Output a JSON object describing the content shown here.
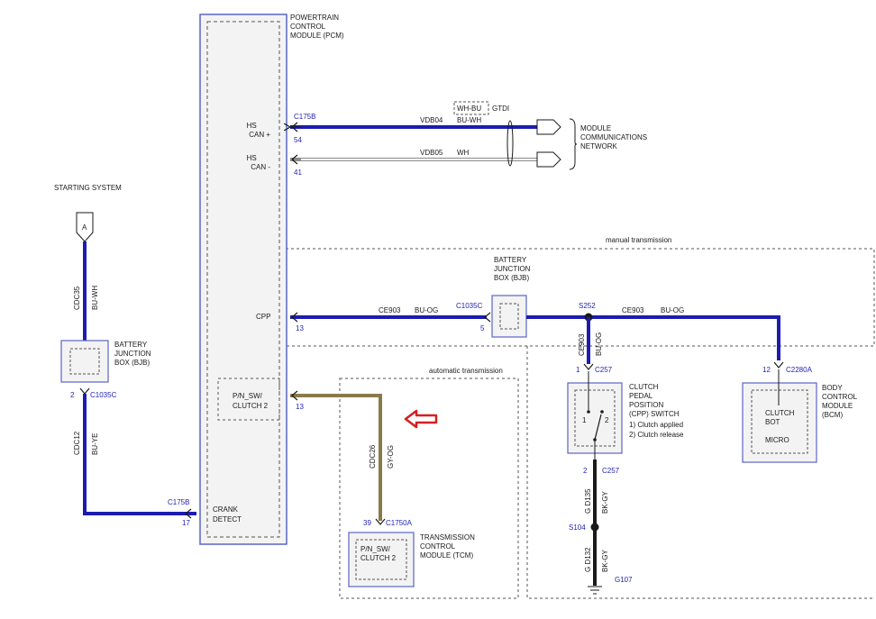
{
  "colors": {
    "wire_blue": "#1c1cb0",
    "wire_olive": "#8a7a4a",
    "box_blue": "#5a64c8",
    "dash": "#555555",
    "arrow_red": "#d42020"
  },
  "labels": {
    "starting_system": "STARTING SYSTEM",
    "connector_a": "A",
    "pcm": [
      "POWERTRAIN",
      "CONTROL",
      "MODULE (PCM)"
    ],
    "hs_can_plus": [
      "HS",
      "CAN +"
    ],
    "hs_can_minus": [
      "HS",
      "CAN -"
    ],
    "cpp_pin": "CPP",
    "pn_sw_pcm": [
      "P/N_SW/",
      "CLUTCH 2"
    ],
    "crank_detect": [
      "CRANK",
      "DETECT"
    ],
    "module_comm": [
      "MODULE",
      "COMMUNICATIONS",
      "NETWORK"
    ],
    "wh_bu": "WH-BU",
    "gtdi": "GTDI",
    "vdb04": "VDB04",
    "bu_wh_top": "BU-WH",
    "vdb05": "VDB05",
    "wh": "WH",
    "manual_transmission": "manual transmission",
    "automatic_transmission": "automatic transmission",
    "bjb_top": [
      "BATTERY",
      "JUNCTION",
      "BOX (BJB)"
    ],
    "bjb_left": [
      "BATTERY",
      "JUNCTION",
      "BOX (BJB)"
    ],
    "ce903": "CE903",
    "bu_og": "BU-OG",
    "ce903_right": "CE903",
    "bu_og_right": "BU-OG",
    "ce903_vert": "CE903",
    "bu_og_vert": "BU-OG",
    "s252": "S252",
    "c1035c_top": "C1035C",
    "c1035c_left": "C1035C",
    "c175b_top": "C175B",
    "c175b_bottom": "C175B",
    "c257_top": "C257",
    "c257_bottom": "C257",
    "c2280a": "C2280A",
    "c1750a": "C1750A",
    "cpp_switch": [
      "CLUTCH",
      "PEDAL",
      "POSITION",
      "(CPP) SWITCH",
      "1) Clutch applied",
      "2) Clutch release"
    ],
    "bcm": [
      "BODY",
      "CONTROL",
      "MODULE",
      "(BCM)"
    ],
    "bcm_inner": [
      "CLUTCH",
      "BOT",
      "MICRO"
    ],
    "tcm": [
      "TRANSMISSION",
      "CONTROL",
      "MODULE (TCM)"
    ],
    "tcm_inner": [
      "P/N_SW/",
      "CLUTCH 2"
    ],
    "cdc35": "CDC35",
    "bu_wh_left": "BU-WH",
    "cdc12": "CDC12",
    "bu_ye": "BU-YE",
    "cdc26": "CDC26",
    "gy_og": "GY-OG",
    "gd135": "G D135",
    "bk_gy_1": "BK-GY",
    "gd132": "G D132",
    "bk_gy_2": "BK-GY",
    "s104": "S104",
    "g107": "G107",
    "switch_pin1": "1",
    "switch_pin2": "2"
  },
  "pins": {
    "p54": "54",
    "p41": "41",
    "p13_cpp": "13",
    "p5": "5",
    "p13_pn": "13",
    "p17": "17",
    "p2_bjb": "2",
    "p1_c257": "1",
    "p2_c257": "2",
    "p12": "12",
    "p39": "39"
  }
}
